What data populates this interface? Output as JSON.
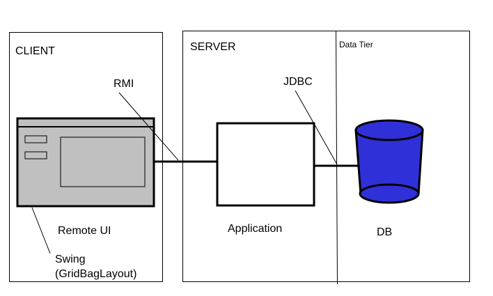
{
  "diagram": {
    "client": {
      "title": "CLIENT"
    },
    "server": {
      "title": "SERVER"
    },
    "data_tier": {
      "title": "Data Tier"
    },
    "connectors": {
      "rmi": "RMI",
      "jdbc": "JDBC"
    },
    "nodes": {
      "remote_ui": "Remote UI",
      "swing_line1": "Swing",
      "swing_line2": "(GridBagLayout)",
      "application": "Application",
      "db": "DB"
    },
    "colors": {
      "line": "#000000",
      "window_fill": "#c0c0c0",
      "db_fill": "#3030d8",
      "background": "#ffffff"
    },
    "icons": {
      "client_window": "window-icon",
      "database": "database-icon"
    }
  }
}
